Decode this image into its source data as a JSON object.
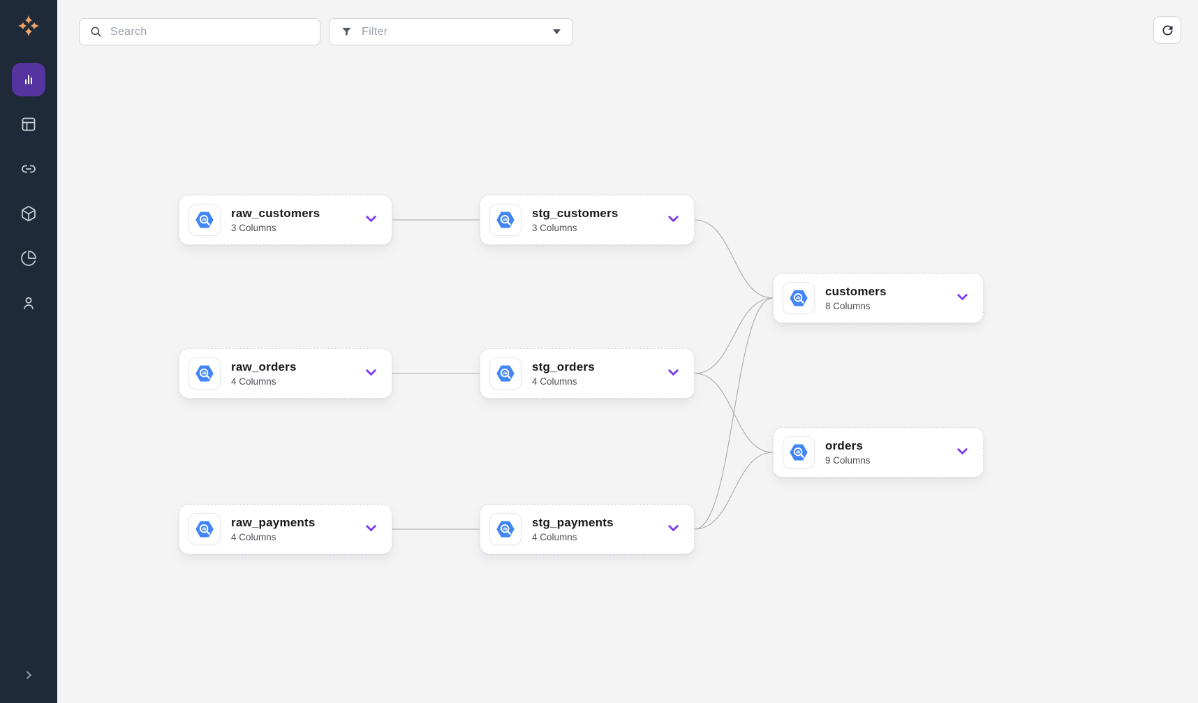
{
  "topbar": {
    "search": {
      "placeholder": "Search",
      "icon": "search-icon"
    },
    "filter": {
      "label": "Filter",
      "icon": "filter-funnel-icon",
      "caret": "caret-down-icon"
    },
    "refresh": {
      "icon": "refresh-icon"
    }
  },
  "sidebar": {
    "logo_icon": "compass-star-logo",
    "items": [
      {
        "icon": "bar-chart-icon",
        "active": true
      },
      {
        "icon": "layout-table-icon",
        "active": false
      },
      {
        "icon": "link-icon",
        "active": false
      },
      {
        "icon": "box-icon",
        "active": false
      },
      {
        "icon": "pie-chart-icon",
        "active": false
      },
      {
        "icon": "user-icon",
        "active": false
      }
    ],
    "collapse_icon": "chevron-right-icon"
  },
  "graph": {
    "nodes": [
      {
        "id": "raw_customers",
        "title": "raw_customers",
        "columns": 3,
        "columns_label": "3 Columns",
        "icon": "bigquery-icon"
      },
      {
        "id": "stg_customers",
        "title": "stg_customers",
        "columns": 3,
        "columns_label": "3 Columns",
        "icon": "bigquery-icon"
      },
      {
        "id": "raw_orders",
        "title": "raw_orders",
        "columns": 4,
        "columns_label": "4 Columns",
        "icon": "bigquery-icon"
      },
      {
        "id": "stg_orders",
        "title": "stg_orders",
        "columns": 4,
        "columns_label": "4 Columns",
        "icon": "bigquery-icon"
      },
      {
        "id": "raw_payments",
        "title": "raw_payments",
        "columns": 4,
        "columns_label": "4 Columns",
        "icon": "bigquery-icon"
      },
      {
        "id": "stg_payments",
        "title": "stg_payments",
        "columns": 4,
        "columns_label": "4 Columns",
        "icon": "bigquery-icon"
      },
      {
        "id": "customers",
        "title": "customers",
        "columns": 8,
        "columns_label": "8 Columns",
        "icon": "bigquery-icon"
      },
      {
        "id": "orders",
        "title": "orders",
        "columns": 9,
        "columns_label": "9 Columns",
        "icon": "bigquery-icon"
      }
    ],
    "edges": [
      {
        "source": "raw_customers",
        "target": "stg_customers"
      },
      {
        "source": "raw_orders",
        "target": "stg_orders"
      },
      {
        "source": "raw_payments",
        "target": "stg_payments"
      },
      {
        "source": "stg_customers",
        "target": "customers"
      },
      {
        "source": "stg_orders",
        "target": "customers"
      },
      {
        "source": "stg_payments",
        "target": "customers"
      },
      {
        "source": "stg_orders",
        "target": "orders"
      },
      {
        "source": "stg_payments",
        "target": "orders"
      }
    ]
  },
  "colors": {
    "sidebar_bg": "#1f2a38",
    "canvas_bg": "#f4f4f5",
    "active_item_bg": "#56349f",
    "accent_purple": "#7c3aed",
    "bigquery_blue": "#4285f4",
    "logo_orange": "#f0a469",
    "edge_gray": "#a9a9af"
  }
}
